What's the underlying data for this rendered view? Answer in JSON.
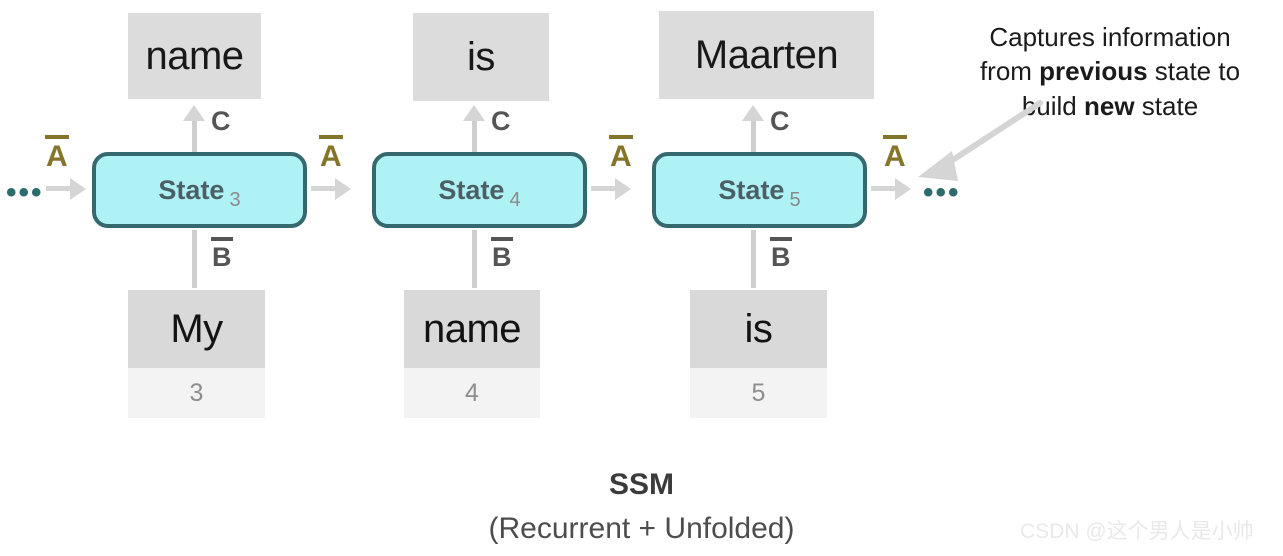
{
  "diagram": {
    "caption_main": "SSM",
    "caption_sub": "(Recurrent + Unfolded)",
    "colors": {
      "state_fill": "#aff2f5",
      "state_border": "#35696d",
      "state_text": "#4b5f66",
      "matrix_a": "#85752a",
      "matrix_bc": "#555555",
      "arrow": "#d5d5d5",
      "token_box": "#dcdcdc",
      "index_box": "#f3f3f3",
      "ellipsis": "#2e6b6e"
    },
    "ellipsis_left": "•••",
    "ellipsis_right": "•••",
    "steps": [
      {
        "output_token": "name",
        "input_token": "My",
        "input_index": "3",
        "state_label": "State",
        "state_subscript": "3",
        "label_a": "A",
        "label_b": "B",
        "label_c": "C"
      },
      {
        "output_token": "is",
        "input_token": "name",
        "input_index": "4",
        "state_label": "State",
        "state_subscript": "4",
        "label_a": "A",
        "label_b": "B",
        "label_c": "C"
      },
      {
        "output_token": "Maarten",
        "input_token": "is",
        "input_index": "5",
        "state_label": "State",
        "state_subscript": "5",
        "label_a": "A",
        "label_b": "B",
        "label_c": "C"
      }
    ],
    "trailing_label_a": "A",
    "annotation": {
      "line1_part1": "Captures information",
      "line2_part1": "from ",
      "line2_bold": "previous",
      "line2_part2": " state to",
      "line3_part1": "build ",
      "line3_bold": "new",
      "line3_part2": " state"
    }
  },
  "watermark": "CSDN @这个男人是小帅"
}
